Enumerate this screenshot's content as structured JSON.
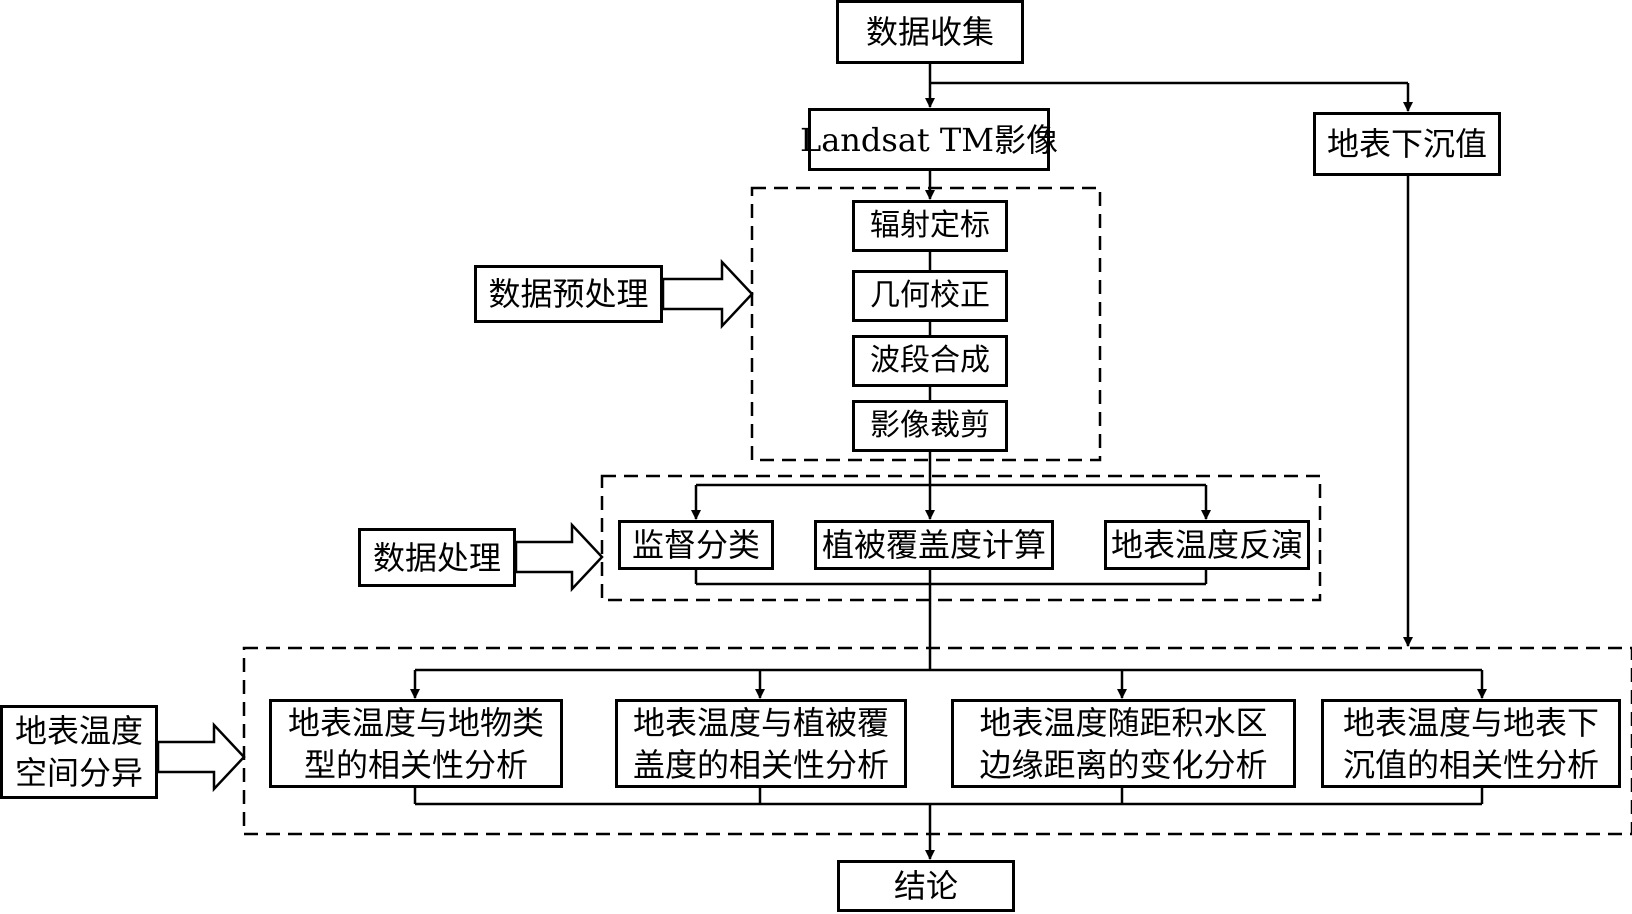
{
  "nodes": {
    "data_collection": "数据收集",
    "landsat": "Landsat TM影像",
    "subsidence": "地表下沉值",
    "radiometric": "辐射定标",
    "geometric": "几何校正",
    "band": "波段合成",
    "crop": "影像裁剪",
    "preprocess": "数据预处理",
    "process": "数据处理",
    "supervised": "监督分类",
    "vegetation": "植被覆盖度计算",
    "lst": "地表温度反演",
    "spatial": [
      "地表温度",
      "空间分异"
    ],
    "analysis1": [
      "地表温度与地物类",
      "型的相关性分析"
    ],
    "analysis2": [
      "地表温度与植被覆",
      "盖度的相关性分析"
    ],
    "analysis3": [
      "地表温度随距积水区",
      "边缘距离的变化分析"
    ],
    "analysis4": [
      "地表温度与地表下",
      "沉值的相关性分析"
    ],
    "conclusion": "结论"
  }
}
